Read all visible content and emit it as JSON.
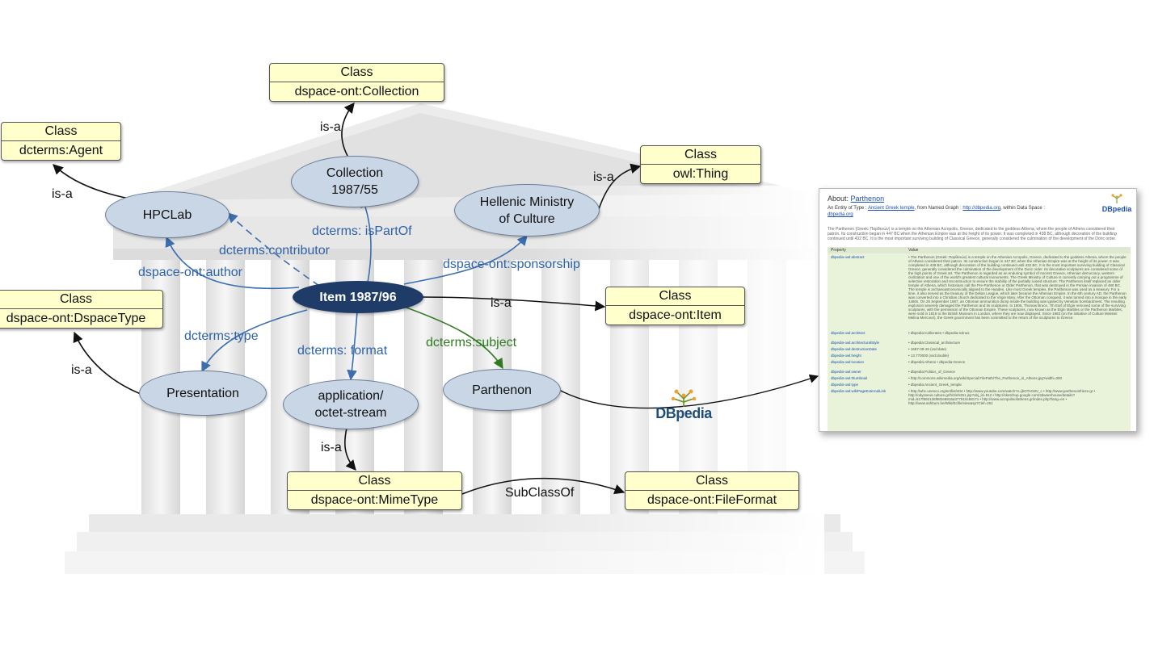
{
  "classes": {
    "collection": {
      "header": "Class",
      "name": "dspace-ont:Collection"
    },
    "agent": {
      "header": "Class",
      "name": "dcterms:Agent"
    },
    "thing": {
      "header": "Class",
      "name": "owl:Thing"
    },
    "dspacetype": {
      "header": "Class",
      "name": "dspace-ont:DspaceType"
    },
    "item": {
      "header": "Class",
      "name": "dspace-ont:Item"
    },
    "mimetype": {
      "header": "Class",
      "name": "dspace-ont:MimeType"
    },
    "fileformat": {
      "header": "Class",
      "name": "dspace-ont:FileFormat"
    }
  },
  "nodes": {
    "item": "Item 1987/96",
    "collection": "Collection\n1987/55",
    "hpclab": "HPCLab",
    "ministry": "Hellenic Ministry\nof Culture",
    "presentation": "Presentation",
    "mime": "application/\noctet-stream",
    "parthenon": "Parthenon"
  },
  "edges": {
    "is_a_collection": "is-a",
    "is_a_agent": "is-a",
    "is_a_thing": "is-a",
    "is_a_dspacetype": "is-a",
    "is_a_item": "is-a",
    "is_a_mimetype": "is-a",
    "subclassof": "SubClassOf",
    "ispartof": "dcterms: isPartOf",
    "contributor": "dcterms:contributor",
    "author": "dspace-ont:author",
    "sponsorship": "dspace-ont:sponsorship",
    "type": "dcterms:type",
    "format": "dcterms: format",
    "subject": "dcterms:subject"
  },
  "dbpedia_logo": "DBpedia",
  "panel": {
    "about_prefix": "About:",
    "about_link": "Parthenon",
    "entity_prefix": "An Entity of Type :",
    "entity_type": "Ancient Greek temple",
    "entity_mid": ", from Named Graph :",
    "graph": "http://dbpedia.org",
    "entity_suffix": ", within Data Space :",
    "space": "dbpedia.org",
    "logo": "DBpedia",
    "abstract": "The Parthenon (Greek: Παρθενών) is a temple on the Athenian Acropolis, Greece, dedicated to the goddess Athena, whom the people of Athens considered their patron. Its construction began in 447 BC when the Athenian Empire was at the height of its power. It was completed in 438 BC, although decoration of the building continued until 432 BC. It is the most important surviving building of Classical Greece, generally considered the culmination of the development of the Doric order.",
    "col_property": "Property",
    "col_value": "Value",
    "rows": [
      {
        "k": "dbpedia-owl:abstract",
        "v": "The Parthenon (Greek: Παρθενών) is a temple on the Athenian Acropolis, Greece, dedicated to the goddess Athena, whom the people of Athens considered their patron. Its construction began in 447 BC when the Athenian Empire was at the height of its power. It was completed in 438 BC, although decoration of the building continued until 432 BC. It is the most important surviving building of Classical Greece, generally considered the culmination of the development of the Doric order. Its decorative sculptures are considered some of the high points of Greek art. The Parthenon is regarded as an enduring symbol of Ancient Greece, Athenian democracy, western civilization and one of the world's greatest cultural monuments. The Greek Ministry of Culture is currently carrying out a programme of selective restoration and reconstruction to ensure the stability of the partially ruined structure. The Parthenon itself replaced an older temple of Athena, which historians call the Pre-Parthenon or Older Parthenon, that was destroyed in the Persian invasion of 480 BC. The temple is archaeoastronomically aligned to the Hyades. Like most Greek temples, the Parthenon was used as a treasury. For a time, it also served as the treasury of the Delian League, which later became the Athenian Empire. In the 6th century AD, the Parthenon was converted into a Christian church dedicated to the Virgin Mary. After the Ottoman conquest, it was turned into a mosque in the early 1460s. On 26 September 1687, an Ottoman ammunition dump inside the building was ignited by Venetian bombardment. The resulting explosion severely damaged the Parthenon and its sculptures. In 1806, Thomas Bruce, 7th Earl of Elgin removed some of the surviving sculptures, with the permission of the Ottoman Empire. These sculptures, now known as the Elgin Marbles or the Parthenon Marbles, were sold in 1816 to the British Museum in London, where they are now displayed. Since 1983 (on the initiative of Culture Minister Melina Mercouri), the Greek government has been committed to the return of the sculptures to Greece."
      },
      {
        "k": "dbpedia-owl:architect",
        "v": "dbpedia:Callicrates  •  dbpedia:Ictinus"
      },
      {
        "k": "dbpedia-owl:architecturalStyle",
        "v": "dbpedia:Classical_architecture"
      },
      {
        "k": "dbpedia-owl:destructionDate",
        "v": "1687-09-26 (xsd:date)"
      },
      {
        "k": "dbpedia-owl:height",
        "v": "13.770000 (xsd:double)"
      },
      {
        "k": "dbpedia-owl:location",
        "v": "dbpedia:Athens  •  dbpedia:Greece"
      },
      {
        "k": "dbpedia-owl:owner",
        "v": "dbpedia:Politics_of_Greece"
      },
      {
        "k": "dbpedia-owl:thumbnail",
        "v": "http://commons.wikimedia.org/wiki/Special:FilePath/The_Parthenon_in_Athens.jpg?width=300"
      },
      {
        "k": "dbpedia-owl:type",
        "v": "dbpedia:Ancient_Greek_temple"
      },
      {
        "k": "dbpedia-owl:wikiPageExternalLink",
        "v": "http://whc.unesco.org/en/list/404  •  http://www.youtube.com/watch?v=jbOTAG8V_c  •  http://www.parthenonfrieze.gr  •  http://odysseus.culture.gr/h/2/eh251.jsp?obj_id=912  •  http://sketchup.google.com/3dwarehouse/details?mid=517f592135f982e8816a377910cb8171  •  http://www.acropolisofathens.gr/index.php?lang=en  •  http://www.ashburn.be/Wiki/Ecfile/viewasp?Clef=261"
      }
    ]
  }
}
